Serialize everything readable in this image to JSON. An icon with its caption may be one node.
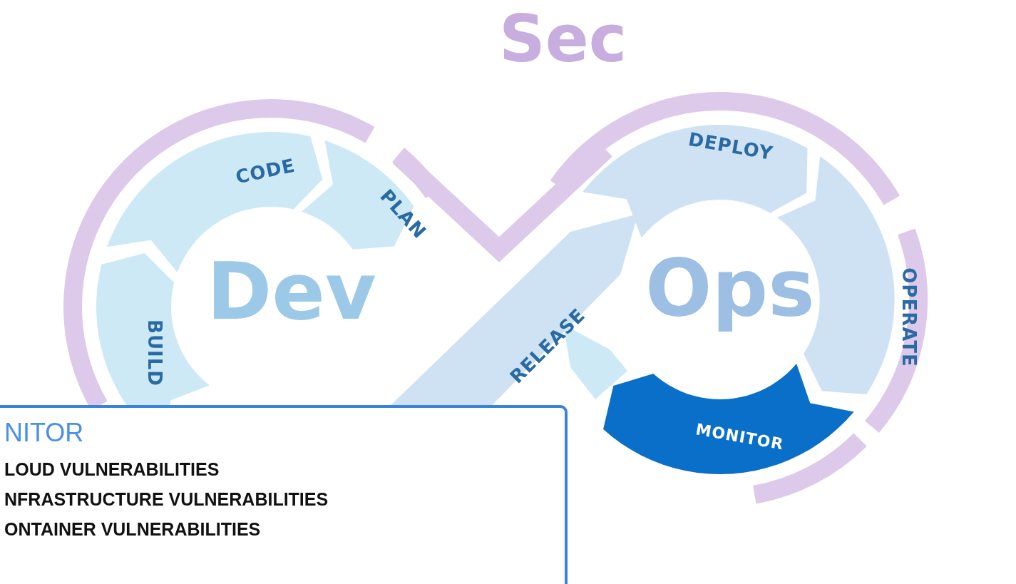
{
  "diagram": {
    "nodes": [
      {
        "text": [
          "CODE"
        ]
      },
      {
        "text": [
          "DEPLOY"
        ]
      },
      {
        "text": [
          "PLAN"
        ]
      },
      {
        "text": [
          "RELEASE"
        ]
      },
      {
        "text": [
          "OPERATE"
        ]
      },
      {
        "text": [
          "BUILD"
        ]
      },
      {
        "text": [],
        "shape": "box"
      },
      {
        "text": [
          "MONITOR"
        ]
      },
      {
        "text": [
          "NITOR",
          "LOUD VULNERABILITIES",
          "NFRASTRUCTURE VULNERABILITIES",
          "ONTAINER VULNERABILITIES"
        ]
      }
    ],
    "labels": [
      "Sec",
      "Dev",
      "Ops"
    ]
  }
}
